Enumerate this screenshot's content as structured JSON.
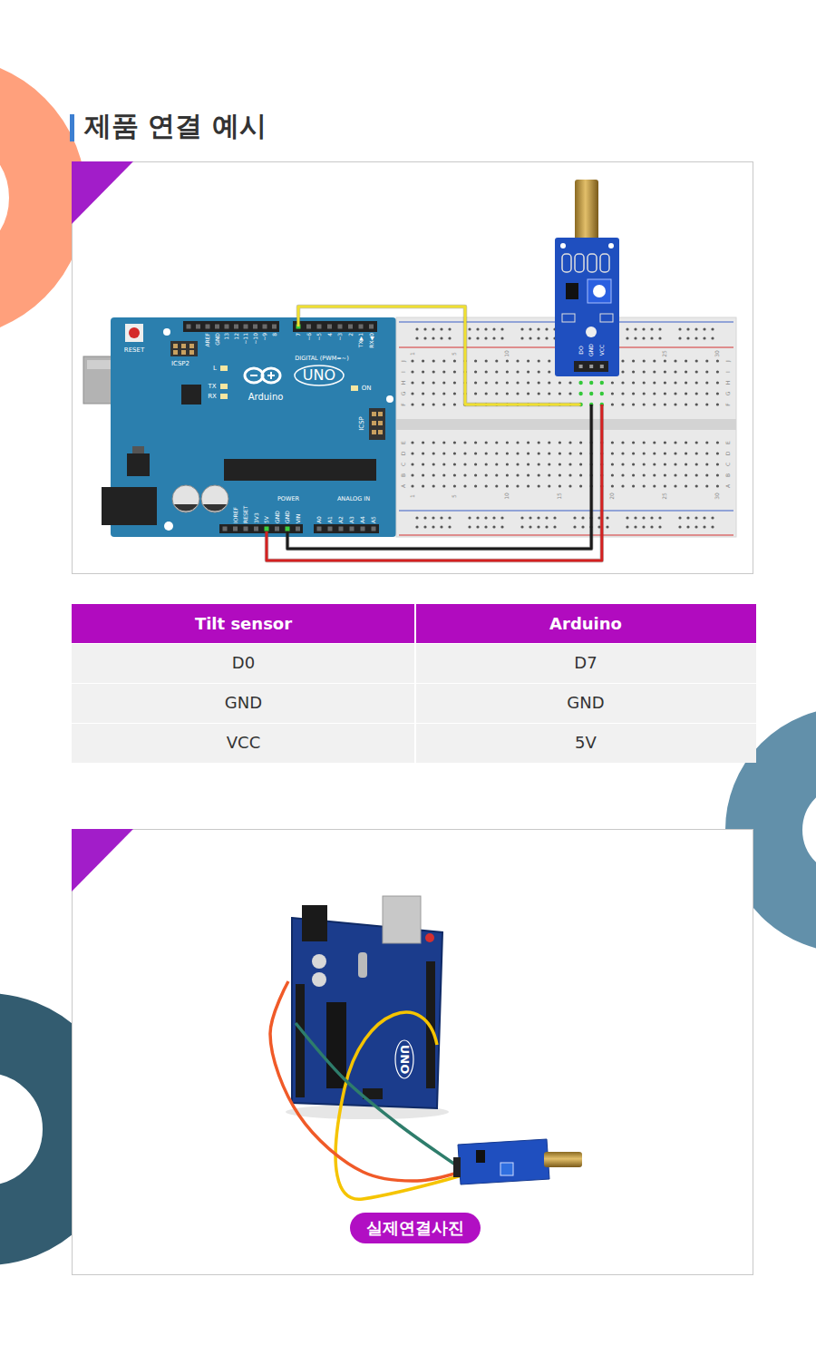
{
  "diagram": {
    "title": "제품 연결 예시",
    "nodes": [
      {
        "text": [
          "실제연결사진"
        ]
      }
    ],
    "labels": [
      "RESET",
      "ICSP2",
      "L",
      "TX",
      "RX",
      "UNO",
      "Arduino",
      "ON",
      "ICSP",
      "DIGITAL (PWM=~)",
      "AREF",
      "GND",
      "13",
      "12",
      "~11",
      "~10",
      "~9",
      "8",
      "7",
      "~6",
      "~5",
      "4",
      "~3",
      "2",
      "TX▶1",
      "RX◀0",
      "IOREF",
      "RESET",
      "3V3",
      "5V",
      "GND",
      "GND",
      "VIN",
      "POWER",
      "ANALOG IN",
      "A0",
      "A1",
      "A2",
      "A3",
      "A4",
      "A5",
      "1",
      "5",
      "10",
      "25",
      "30",
      "1",
      "5",
      "10",
      "15",
      "20",
      "25",
      "30",
      "J",
      "I",
      "H",
      "G",
      "F",
      "E",
      "D",
      "C",
      "B",
      "A",
      "J",
      "I",
      "H",
      "G",
      "F",
      "E",
      "D",
      "C",
      "B",
      "A",
      "DO",
      "GND",
      "VCC",
      "Tilt sensor",
      "Arduino",
      "D0",
      "D7",
      "GND",
      "GND",
      "VCC",
      "5V",
      "UNO"
    ]
  }
}
